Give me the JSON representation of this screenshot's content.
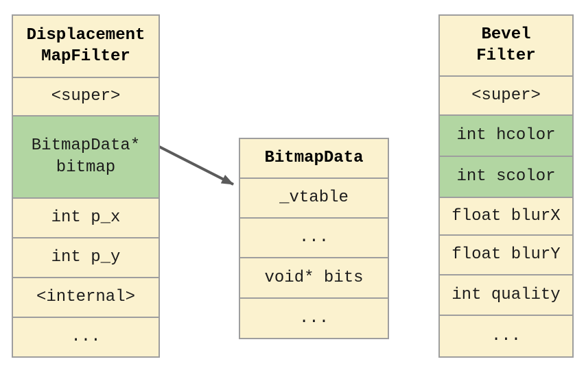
{
  "diagram": {
    "colors": {
      "background": "#ffffff",
      "cell_fill": "#fbf2cf",
      "highlight_fill": "#b2d6a2",
      "border": "#9e9e9e",
      "arrow": "#5b5b5b",
      "text": "#1c1c1c",
      "title_text": "#000000"
    },
    "tables": {
      "displacement": {
        "title": "Displacement\nMapFilter",
        "rows": [
          {
            "label": "<super>",
            "highlight": false
          },
          {
            "label": "BitmapData*\nbitmap",
            "highlight": true
          },
          {
            "label": "int p_x",
            "highlight": false
          },
          {
            "label": "int p_y",
            "highlight": false
          },
          {
            "label": "<internal>",
            "highlight": false
          },
          {
            "label": "...",
            "highlight": false
          }
        ]
      },
      "bitmapdata": {
        "title": "BitmapData",
        "rows": [
          {
            "label": "_vtable",
            "highlight": false
          },
          {
            "label": "...",
            "highlight": false
          },
          {
            "label": "void* bits",
            "highlight": false
          },
          {
            "label": "...",
            "highlight": false
          }
        ]
      },
      "bevel": {
        "title": "Bevel\nFilter",
        "rows": [
          {
            "label": "<super>",
            "highlight": false
          },
          {
            "label": "int hcolor",
            "highlight": true
          },
          {
            "label": "int scolor",
            "highlight": true
          },
          {
            "label": "float blurX",
            "highlight": false
          },
          {
            "label": "float blurY",
            "highlight": false
          },
          {
            "label": "int quality",
            "highlight": false
          },
          {
            "label": "...",
            "highlight": false
          }
        ]
      }
    }
  }
}
